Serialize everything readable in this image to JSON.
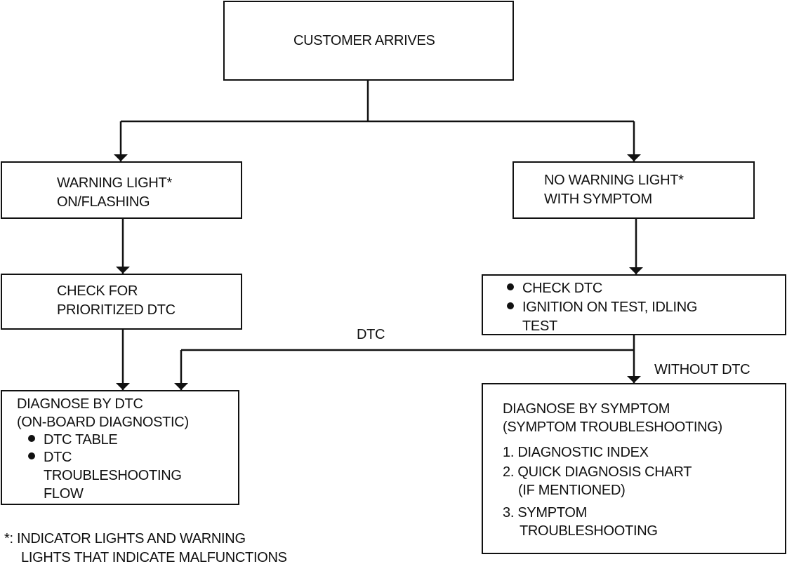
{
  "diagram": {
    "start": {
      "label": "CUSTOMER ARRIVES"
    },
    "warning": {
      "line1": "WARNING LIGHT*",
      "line2": "ON/FLASHING"
    },
    "no_warning": {
      "line1": "NO WARNING LIGHT*",
      "line2": "WITH SYMPTOM"
    },
    "check_prioritized": {
      "line1": "CHECK FOR",
      "line2": "PRIORITIZED DTC"
    },
    "check_dtc": {
      "item1": "CHECK DTC",
      "item2_line1": "IGNITION ON TEST, IDLING",
      "item2_line2": "TEST"
    },
    "diagnose_dtc": {
      "line1": "DIAGNOSE BY DTC",
      "line2": "(ON-BOARD DIAGNOSTIC)",
      "item1": "DTC TABLE",
      "item2_line1": "DTC",
      "item2_line2": "TROUBLESHOOTING",
      "item2_line3": "FLOW"
    },
    "diagnose_symptom": {
      "line1": "DIAGNOSE BY SYMPTOM",
      "line2": "(SYMPTOM TROUBLESHOOTING)",
      "item1": "1. DIAGNOSTIC INDEX",
      "item2_line1": "2. QUICK DIAGNOSIS CHART",
      "item2_line2": "(IF MENTIONED)",
      "item3_line1": "3. SYMPTOM",
      "item3_line2": "TROUBLESHOOTING"
    },
    "edge_labels": {
      "dtc": "DTC",
      "without_dtc": "WITHOUT DTC"
    },
    "footnote": {
      "line1": "*: INDICATOR LIGHTS AND WARNING",
      "line2": "LIGHTS THAT INDICATE MALFUNCTIONS"
    }
  }
}
